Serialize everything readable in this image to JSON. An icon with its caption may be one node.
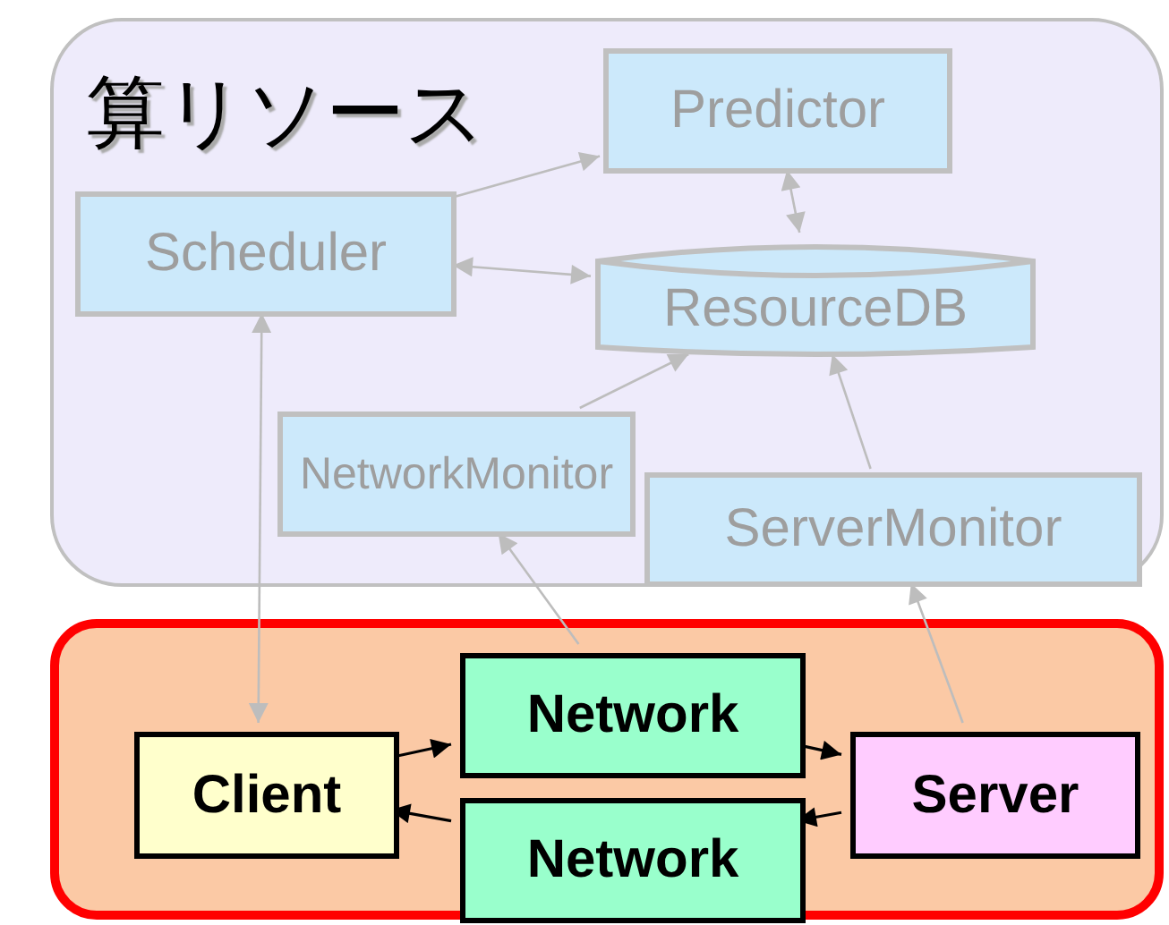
{
  "diagram": {
    "nodes": [
      {
        "text": [],
        "shape": "box"
      },
      {
        "text": [
          "Scheduler"
        ],
        "in": 0
      },
      {
        "text": [
          "Predictor"
        ],
        "in": 0
      },
      {
        "text": [
          "ResourceDB"
        ],
        "in": 0
      },
      {
        "text": [
          "NetworkMonitor"
        ],
        "in": 0
      },
      {
        "text": [
          "ServerMonitor"
        ],
        "in": 0
      },
      {
        "text": [],
        "shape": "box"
      },
      {
        "text": [
          "Client"
        ],
        "in": 6
      },
      {
        "text": [
          "Network"
        ],
        "in": 6
      },
      {
        "text": [
          "Network"
        ],
        "in": 6
      },
      {
        "text": [
          "Server"
        ],
        "in": 6
      }
    ],
    "edges": [
      {
        "from": 1,
        "to": 2,
        "arrow": "to"
      },
      {
        "from": 1,
        "to": 3,
        "arrow": "both"
      },
      {
        "from": 2,
        "to": 3,
        "arrow": "both"
      },
      {
        "from": 4,
        "to": 3,
        "arrow": "to"
      },
      {
        "from": 5,
        "to": 3,
        "arrow": "to"
      },
      {
        "from": 1,
        "to": 7,
        "arrow": "both"
      },
      {
        "from": 8,
        "to": 4,
        "arrow": "to"
      },
      {
        "from": 10,
        "to": 5,
        "arrow": "to"
      },
      {
        "from": 7,
        "to": 8,
        "arrow": "to",
        "color": "#000000"
      },
      {
        "from": 8,
        "to": 10,
        "arrow": "to",
        "color": "#000000"
      },
      {
        "from": 10,
        "to": 9,
        "arrow": "to",
        "color": "#000000"
      },
      {
        "from": 9,
        "to": 7,
        "arrow": "to",
        "color": "#000000"
      }
    ],
    "labels": [
      "算リソース"
    ]
  }
}
